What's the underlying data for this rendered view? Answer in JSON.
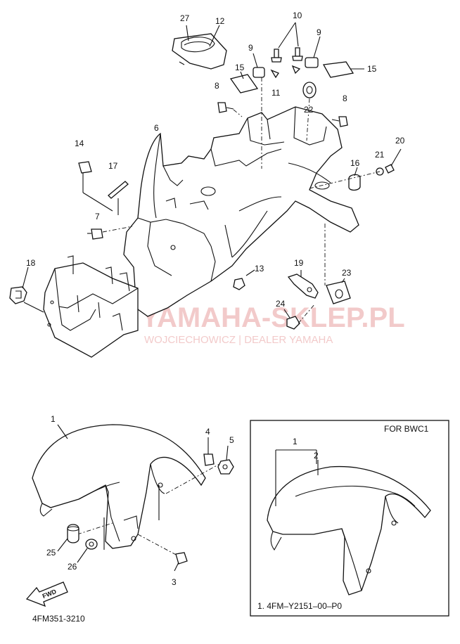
{
  "watermark": {
    "title": "YAMAHA-SKLEP.PL",
    "subtitle": "WOJCIECHOWICZ | DEALER YAMAHA",
    "color": "#e8a0a0"
  },
  "labels": {
    "l27": "27",
    "l12": "12",
    "l10": "10",
    "l9a": "9",
    "l9b": "9",
    "l15a": "15",
    "l15b": "15",
    "l11": "11",
    "l8a": "8",
    "l8b": "8",
    "l22": "22",
    "l6": "6",
    "l14": "14",
    "l17": "17",
    "l16": "16",
    "l21": "21",
    "l20": "20",
    "l7": "7",
    "l18": "18",
    "l13": "13",
    "l19": "19",
    "l23": "23",
    "l24": "24",
    "f1": "1",
    "f4": "4",
    "f5": "5",
    "f25": "25",
    "f26": "26",
    "f3": "3",
    "b1": "1",
    "b2": "2"
  },
  "inset": {
    "title": "FOR BWC1",
    "note": "1. 4FM–Y2151–00–P0"
  },
  "fwd_label": "FWD",
  "drawing_code": "4FM351-3210"
}
